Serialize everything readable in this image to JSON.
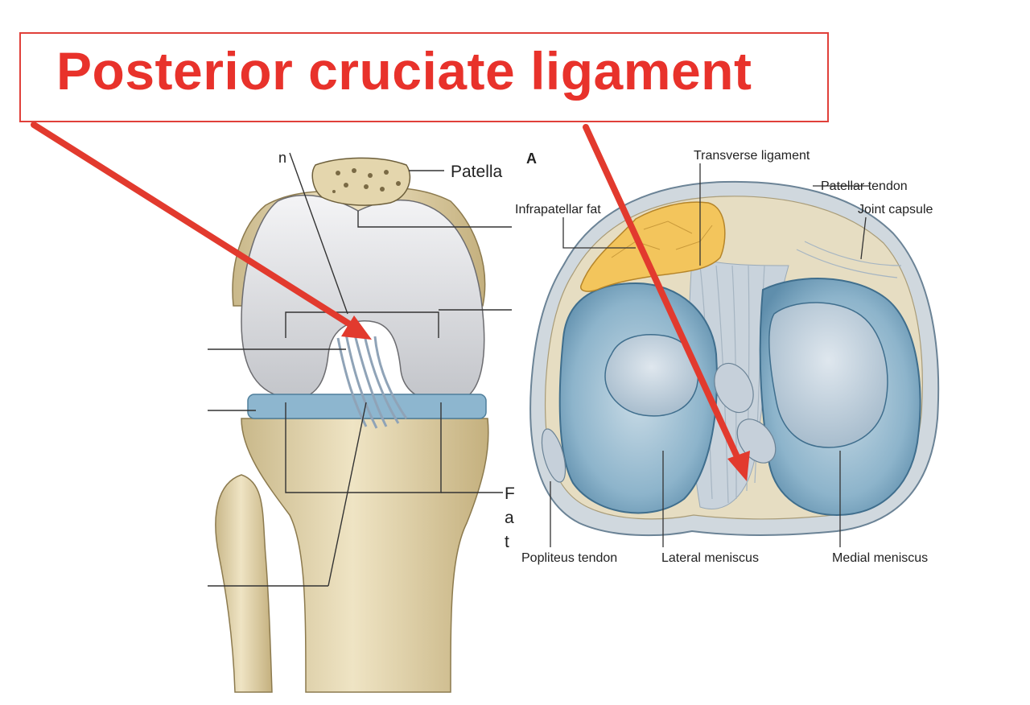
{
  "title": "Posterior cruciate ligament",
  "colors": {
    "title_red": "#e8322b",
    "arrow_red": "#e23a2e",
    "bone": "#e9dcb8",
    "cartilage": "#d8d8dc",
    "meniscus_blue": "#7da7c0",
    "fat_yellow": "#f3c55c"
  },
  "left_figure": {
    "labels": {
      "patella": "Patella",
      "stray_n": "n",
      "stray_r": "F",
      "stray_a": "a",
      "stray_t": "t"
    }
  },
  "right_figure": {
    "panel_letter": "A",
    "labels": {
      "transverse_ligament": "Transverse ligament",
      "patellar_tendon": "Patellar tendon",
      "infrapatellar_fat": "Infrapatellar fat",
      "joint_capsule": "Joint capsule",
      "popliteus_tendon": "Popliteus tendon",
      "lateral_meniscus": "Lateral meniscus",
      "medial_meniscus": "Medial meniscus"
    }
  }
}
